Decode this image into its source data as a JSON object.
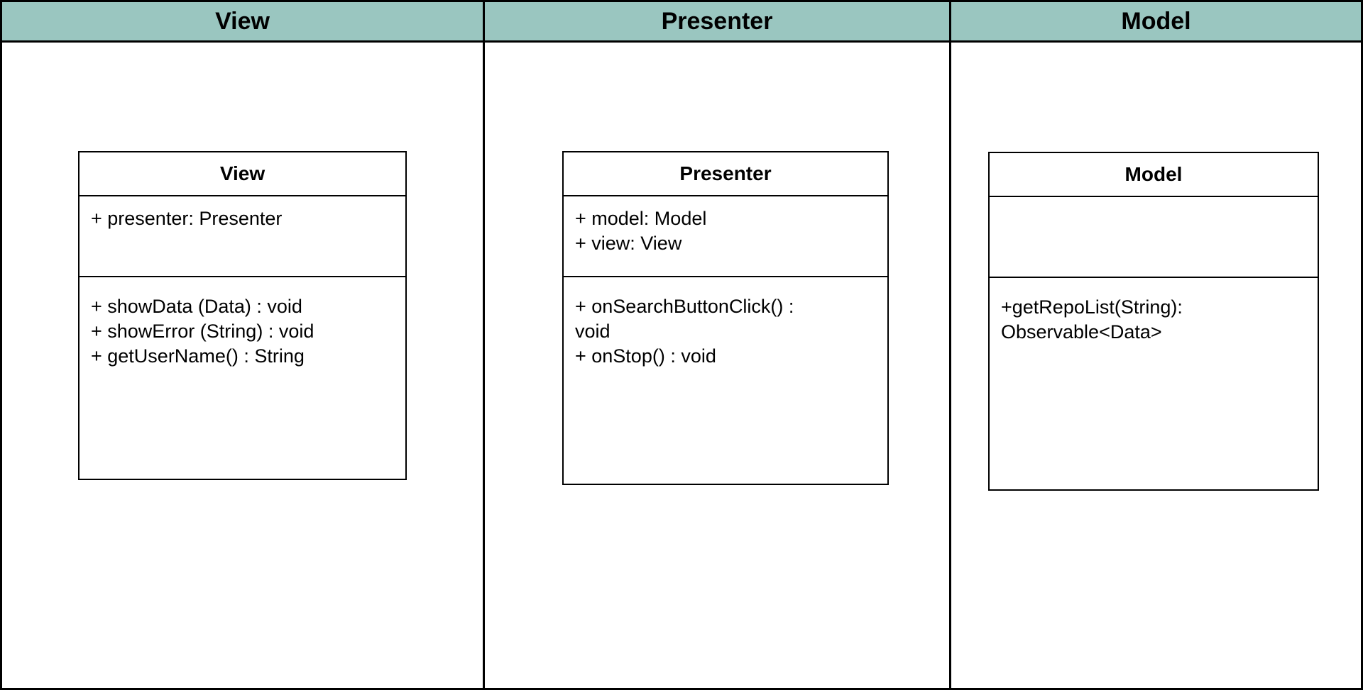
{
  "diagram": {
    "type": "uml-class-swimlane",
    "pattern": "Model-View-Presenter"
  },
  "colors": {
    "header_bg": "#9ac6c0",
    "border": "#000000",
    "background": "#ffffff",
    "text": "#000000"
  },
  "lanes": [
    {
      "header": "View",
      "class_box": {
        "title": "View",
        "attributes": "+ presenter: Presenter",
        "methods": "+ showData (Data) : void\n+ showError (String) : void\n+ getUserName() : String"
      }
    },
    {
      "header": "Presenter",
      "class_box": {
        "title": "Presenter",
        "attributes": "+ model: Model\n+ view: View",
        "methods": "+ onSearchButtonClick() :\nvoid\n+ onStop() : void"
      }
    },
    {
      "header": "Model",
      "class_box": {
        "title": "Model",
        "attributes": "",
        "methods": "+getRepoList(String):\nObservable<Data>"
      }
    }
  ]
}
